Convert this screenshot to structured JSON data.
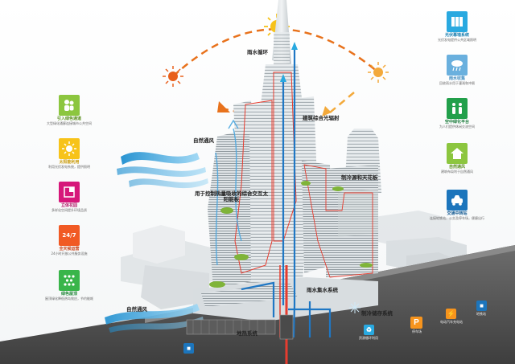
{
  "annotations": {
    "rain_cycle": "雨水循环",
    "natural_ventilation_top": "自然通风",
    "natural_ventilation_bottom": "自然通风",
    "daylight": "建筑综合光辐射",
    "absorb_solar": "用于控制热量吸收的综合交互太阳能板",
    "shading_panel": "制冷源和天花板",
    "basement_water": "雨水集水系统",
    "cooling_storage": "制冷储存系统",
    "geothermal": "地热系统"
  },
  "left_panel": [
    {
      "icon": "people-icon",
      "color": "#8cc63f",
      "title": "引入绿色通道",
      "desc": "大型绿化通廊连接城市公共空间"
    },
    {
      "icon": "sun-icon",
      "color": "#f7c31a",
      "title": "太阳能利用",
      "desc": "利用光伏发电系统，提供照明"
    },
    {
      "icon": "pink-panel-icon",
      "color": "#d6177a",
      "title": "立体花园",
      "desc": "多样化空间提升环境品质"
    },
    {
      "icon": "clock-24-7-icon",
      "color": "#f15a24",
      "title": "全天候运营",
      "desc": "24小时开放公共服务设施"
    },
    {
      "icon": "green-dots-icon",
      "color": "#39b54a",
      "title": "绿色屋顶",
      "desc": "屋顶绿化降低热岛效应，节约能耗"
    }
  ],
  "right_panel": [
    {
      "icon": "panels-icon",
      "color": "#29a9e0",
      "title": "光伏幕墙系统",
      "desc": "光伏发电提供公共区域照明"
    },
    {
      "icon": "rain-cloud-icon",
      "color": "#6ab0de",
      "title": "雨水收集",
      "desc": "回收雨水用于灌溉和冲厕"
    },
    {
      "icon": "green-people-icon",
      "color": "#22a04b",
      "title": "空中绿化平台",
      "desc": "为人们提供休闲交流空间"
    },
    {
      "icon": "house-icon",
      "color": "#8cc63f",
      "title": "自然通风",
      "desc": "建筑布局利于自然通风"
    },
    {
      "icon": "car-icon",
      "color": "#1c75bc",
      "title": "交通中转站",
      "desc": "连接地铁站、公交及停车场，便捷出行"
    }
  ],
  "ground": [
    {
      "icon": "subway-icon",
      "symbol": "🚇",
      "color": "#1c75bc",
      "caption": ""
    },
    {
      "icon": "recycle-icon",
      "symbol": "♻",
      "color": "#29a9e0",
      "caption": "资源循环利用"
    },
    {
      "icon": "parking-icon",
      "symbol": "P",
      "color": "#f7941d",
      "caption": "停车场"
    },
    {
      "icon": "charging-icon",
      "symbol": "⚡",
      "color": "#f7941d",
      "caption": "电动汽车充电站"
    },
    {
      "icon": "metro-icon",
      "symbol": "🚌",
      "color": "#1c75bc",
      "caption": "地铁站"
    }
  ]
}
